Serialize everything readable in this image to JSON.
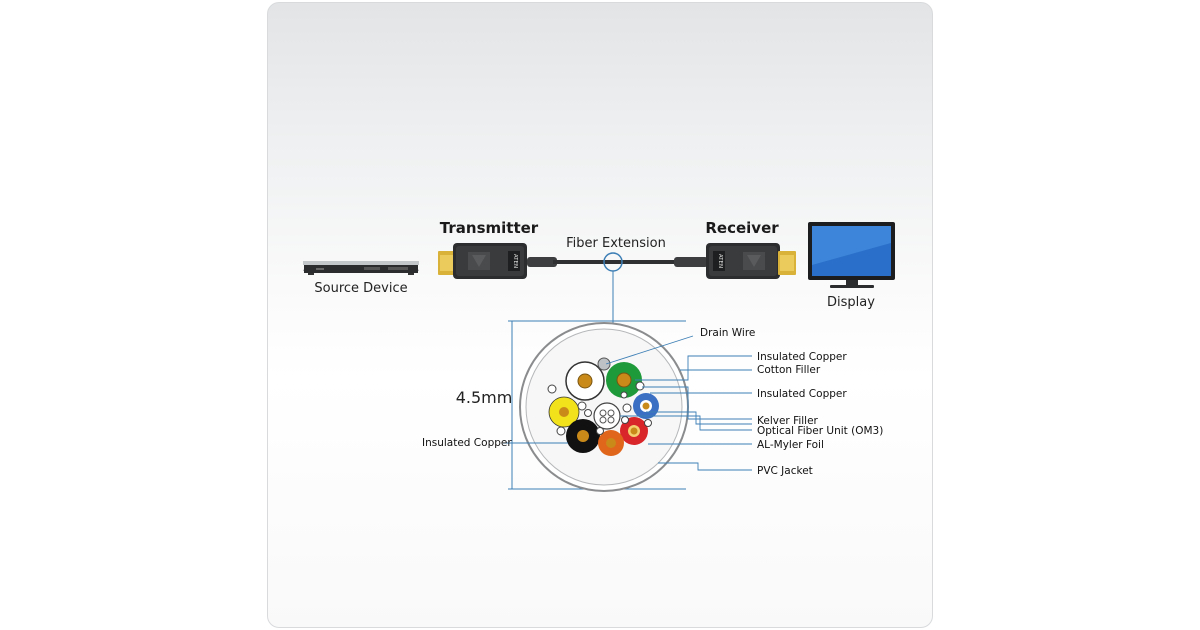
{
  "labels": {
    "transmitter": "Transmitter",
    "receiver": "Receiver",
    "fiber_extension": "Fiber Extension",
    "source_device": "Source Device",
    "display": "Display",
    "diameter": "4.5mm",
    "drain_wire": "Drain Wire",
    "insulated_copper_1": "Insulated Copper",
    "cotton_filler": "Cotton Filler",
    "insulated_copper_2": "Insulated Copper",
    "kelver_filler": "Kelver Filler",
    "optical_fiber_unit": "Optical Fiber Unit (OM3)",
    "al_myler_foil": "AL-Myler  Foil",
    "pvc_jacket": "PVC Jacket",
    "insulated_copper_left": "Insulated Copper"
  },
  "device_text": {
    "transmitter_brand": "ATEN",
    "receiver_brand": "ATEN"
  },
  "colors": {
    "conductor_green": "#1f9a3a",
    "conductor_blue": "#3a6fc4",
    "conductor_red": "#d8262a",
    "conductor_orange": "#e0661c",
    "conductor_black": "#111111",
    "conductor_yellow": "#f2e21c",
    "copper_core": "#c98a1a",
    "leader_line": "#3d7fb5",
    "gold_plug": "#d9b23a"
  }
}
